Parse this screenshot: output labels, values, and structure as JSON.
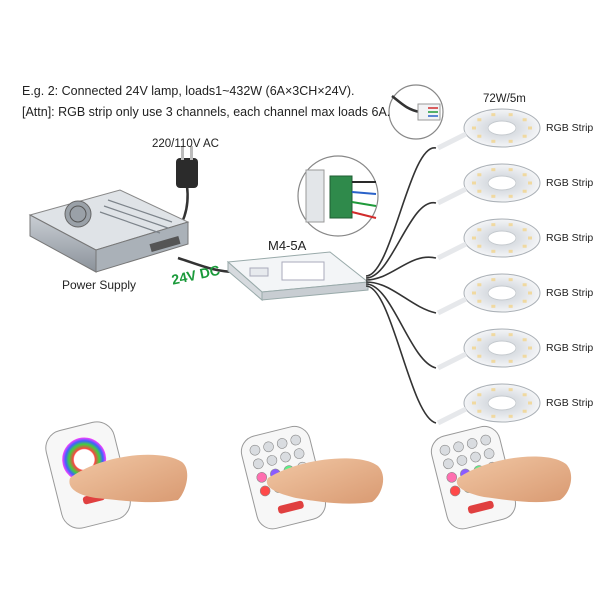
{
  "texts": {
    "line1": "E.g. 2: Connected 24V lamp, loads1~432W (6A×3CH×24V).",
    "line2": "[Attn]: RGB strip only use 3 channels, each channel max loads 6A.",
    "ac": "220/110V AC",
    "power_supply": "Power Supply",
    "dc": "24V DC",
    "controller": "M4-5A",
    "strip_spec": "72W/5m"
  },
  "strips": [
    {
      "label": "RGB Strip"
    },
    {
      "label": "RGB Strip"
    },
    {
      "label": "RGB Strip"
    },
    {
      "label": "RGB Strip"
    },
    {
      "label": "RGB Strip"
    },
    {
      "label": "RGB Strip"
    }
  ],
  "colors": {
    "dc_label": "#1a9a3a",
    "wire": "#333333",
    "case": "#e8ebee"
  },
  "icons": [
    "power-plug-icon",
    "wire-connector-icon",
    "terminal-block-icon",
    "led-strip-reel-icon",
    "remote-control-icon",
    "hand-icon"
  ]
}
